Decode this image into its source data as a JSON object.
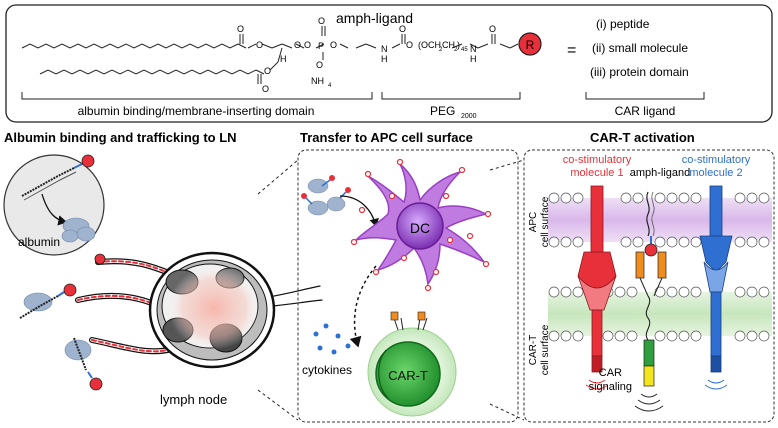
{
  "top": {
    "title": "amph-ligand",
    "equals": "=",
    "options": [
      "(i) peptide",
      "(ii) small molecule",
      "(iii) protein domain"
    ],
    "r_label": "R",
    "segments": {
      "albumin": "albumin binding/membrane-inserting domain",
      "peg": "PEG",
      "peg_sub": "2000",
      "car": "CAR ligand"
    },
    "chem": {
      "o": "O",
      "p": "P",
      "o_minus": "O",
      "nh4": "NH",
      "nh4_sub": "4",
      "h": "H",
      "n": "N",
      "peg_unit": "(OCH",
      "peg_unit2": "CH",
      "peg_n": "45"
    }
  },
  "panels": {
    "p1": {
      "title": "Albumin binding and trafficking to LN",
      "albumin": "albumin",
      "lymph_node": "lymph node"
    },
    "p2": {
      "title": "Transfer to APC cell surface",
      "dc": "DC",
      "cytokines": "cytokines",
      "cart": "CAR-T"
    },
    "p3": {
      "title": "CAR-T activation",
      "costim1_a": "co-stimulatory",
      "costim1_b": "molecule 1",
      "amph": "amph-ligand",
      "costim2_a": "co-stimulatory",
      "costim2_b": "molecule 2",
      "apc_a": "APC",
      "apc_b": "cell surface",
      "cart_a": "CAR-T",
      "cart_b": "cell surface",
      "car_a": "CAR",
      "car_b": "signaling"
    }
  },
  "colors": {
    "red": "#e8303a",
    "blue": "#2f6fd1",
    "purple": "#9a3fc4",
    "green": "#2f9e3f",
    "orange": "#f08c1e",
    "yellow": "#f2e51d",
    "protein": "#9fb3cf"
  }
}
